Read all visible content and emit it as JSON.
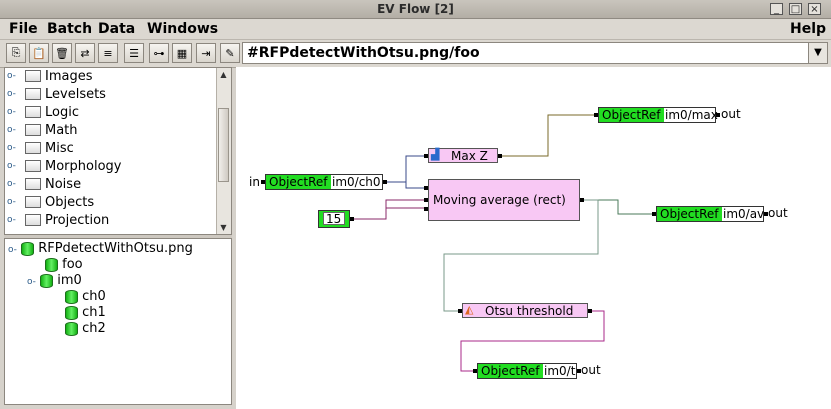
{
  "window": {
    "title": "EV Flow [2]"
  },
  "menu": {
    "file": "File",
    "batch": "Batch",
    "data": "Data",
    "windows": "Windows",
    "help": "Help"
  },
  "path": {
    "value": "#RFPdetectWithOtsu.png/foo"
  },
  "palette": {
    "items": [
      "Images",
      "Levelsets",
      "Logic",
      "Math",
      "Misc",
      "Morphology",
      "Noise",
      "Objects",
      "Projection"
    ]
  },
  "tree": {
    "root": "RFPdetectWithOtsu.png",
    "foo": "foo",
    "im0": "im0",
    "ch0": "ch0",
    "ch1": "ch1",
    "ch2": "ch2"
  },
  "flow": {
    "in_label": "in",
    "out_label": "out",
    "objref": "ObjectRef",
    "in_ref": "im0/ch0",
    "max_ref": "im0/max",
    "av_ref": "im0/av",
    "t_ref": "im0/t",
    "maxz": "Max Z",
    "moving_avg": "Moving average (rect)",
    "const_val": "15",
    "otsu": "Otsu threshold"
  }
}
